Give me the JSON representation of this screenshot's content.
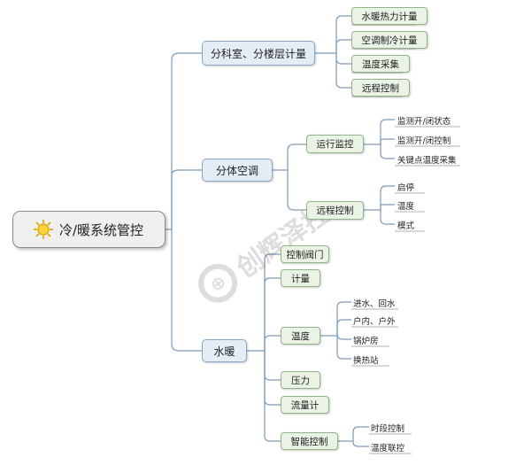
{
  "root": {
    "label": "冷/暖系统管控",
    "icon": "sun-icon"
  },
  "branches": {
    "zoning": {
      "label": "分科室、分楼层计量",
      "children": [
        "水暖热力计量",
        "空调制冷计量",
        "温度采集",
        "远程控制"
      ]
    },
    "split_ac": {
      "label": "分体空调",
      "run_monitor": {
        "label": "运行监控",
        "children": [
          "监测开/闭状态",
          "监测开/闭控制",
          "关键点温度采集"
        ]
      },
      "remote": {
        "label": "远程控制",
        "children": [
          "启停",
          "温度",
          "模式"
        ]
      }
    },
    "water_heating": {
      "label": "水暖",
      "valve": "控制阀门",
      "metering": "计量",
      "temperature": {
        "label": "温度",
        "children": [
          "进水、回水",
          "户内、户外",
          "锅炉房",
          "换热站"
        ]
      },
      "pressure": "压力",
      "flowmeter": "流量计",
      "smart": {
        "label": "智能控制",
        "children": [
          "时段控制",
          "温度联控"
        ]
      }
    }
  },
  "watermark": {
    "text": "创辉泽控",
    "logo": "logo-icon"
  },
  "colors": {
    "line": "#7d9ab8",
    "l1_fill": "#e4ecf5",
    "l2_fill": "#eaf3e6"
  }
}
